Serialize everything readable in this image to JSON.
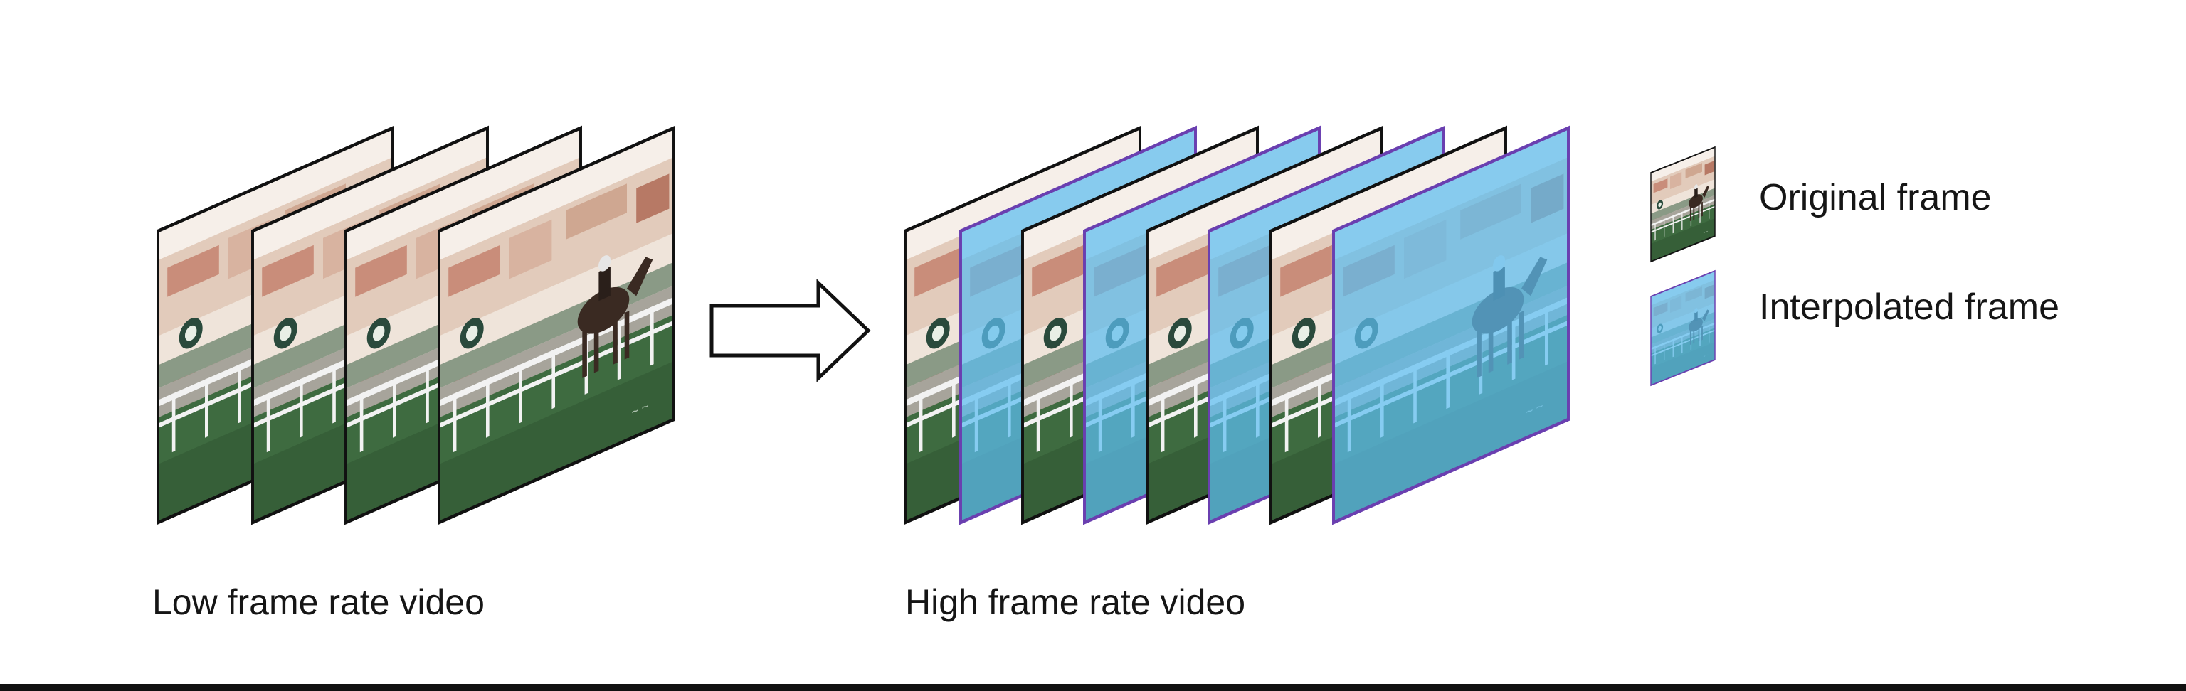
{
  "captions": {
    "low": "Low frame rate video",
    "high": "High frame rate video"
  },
  "legend": {
    "original": "Original frame",
    "interpolated": "Interpolated frame"
  },
  "colors": {
    "frame_border": "#111111",
    "interp_tint": "#5bbcf0",
    "interp_border": "#6a3fb0",
    "grass": "#3e6b40",
    "stands": "#e9d6c8"
  },
  "low_rate_sequence": [
    "original",
    "original",
    "original",
    "original"
  ],
  "high_rate_sequence": [
    "original",
    "interpolated",
    "original",
    "interpolated",
    "original",
    "interpolated",
    "original",
    "interpolated"
  ],
  "arrow": {
    "direction": "right"
  }
}
